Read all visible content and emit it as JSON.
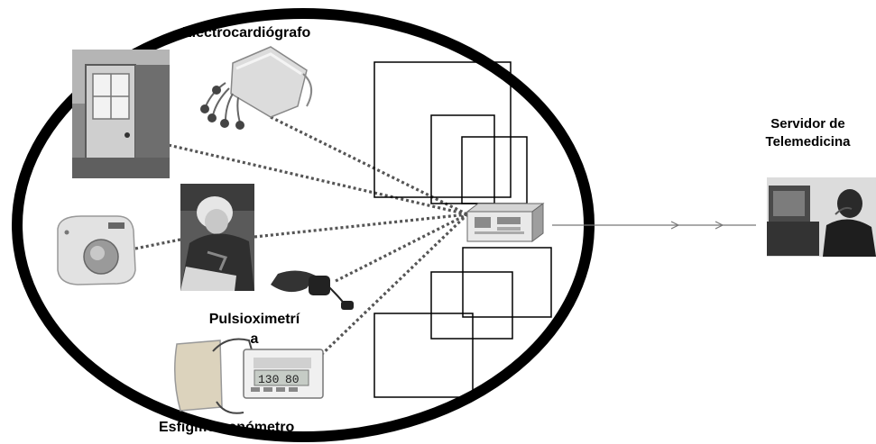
{
  "labels": {
    "ecg": "Electrocardiógrafo",
    "pulse_line1": "Pulsioximetrí",
    "pulse_line2": "a",
    "sphyg": "Esfigmomanómetro",
    "server_line1": "Servidor de",
    "server_line2": "Telemedicina"
  },
  "bp_display": {
    "systolic": "130",
    "diastolic": "80"
  }
}
